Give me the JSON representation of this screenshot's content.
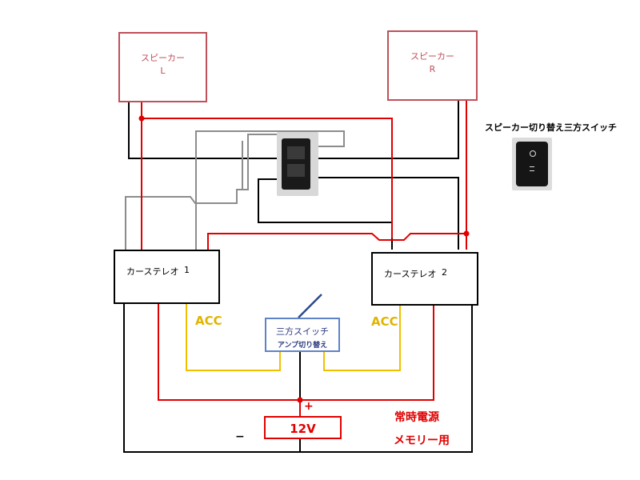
{
  "speaker_left": {
    "line1": "スピーカー",
    "line2": "L"
  },
  "speaker_right": {
    "line1": "スピーカー",
    "line2": "R"
  },
  "selector_switch_caption": "スピーカー切り替え三方スイッチ",
  "stereo1": {
    "label": "カーステレオ",
    "number": "1"
  },
  "stereo2": {
    "label": "カーステレオ",
    "number": "2"
  },
  "acc_left": "ACC",
  "acc_right": "ACC",
  "three_way_switch": {
    "title": "三方スイッチ",
    "subtitle": "アンプ切り替え"
  },
  "battery": {
    "label": "12V",
    "plus": "+",
    "minus": "−"
  },
  "constant_power": {
    "line1": "常時電源",
    "line2": "メモリー用"
  },
  "colors": {
    "red_wire": "#e00000",
    "black_wire": "#000000",
    "gray_wire": "#8c8c8c",
    "acc_wire": "#f0c000",
    "speaker_border": "#c0505a",
    "switch_border": "#5f83c8",
    "acc_text": "#e0b400"
  }
}
